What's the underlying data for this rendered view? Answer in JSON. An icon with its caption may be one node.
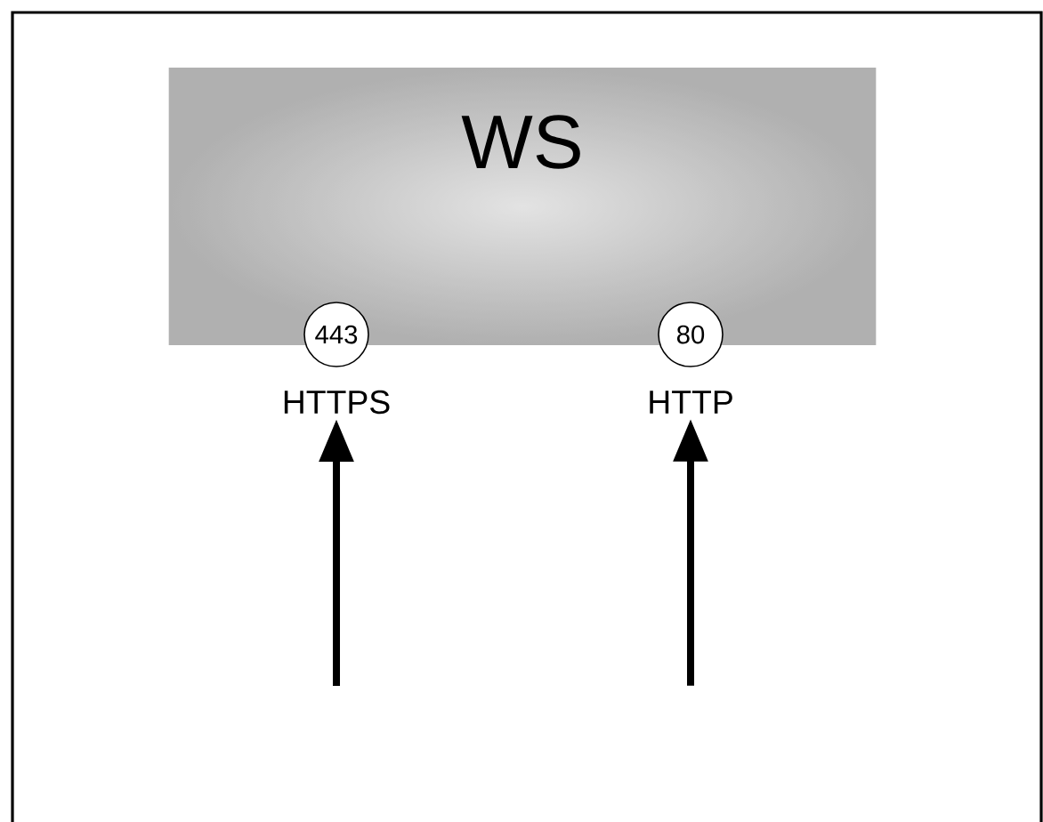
{
  "diagram": {
    "nodes": [
      {
        "text": [
          "WS"
        ]
      },
      {
        "text": [
          "443"
        ]
      },
      {
        "text": [
          "80"
        ]
      },
      {
        "text": [
          "HTTPS"
        ]
      },
      {
        "text": [
          "HTTP"
        ]
      }
    ],
    "edges": [
      {
        "from": null,
        "to": 3,
        "arrow": "to"
      },
      {
        "from": null,
        "to": 4,
        "arrow": "to"
      }
    ]
  }
}
